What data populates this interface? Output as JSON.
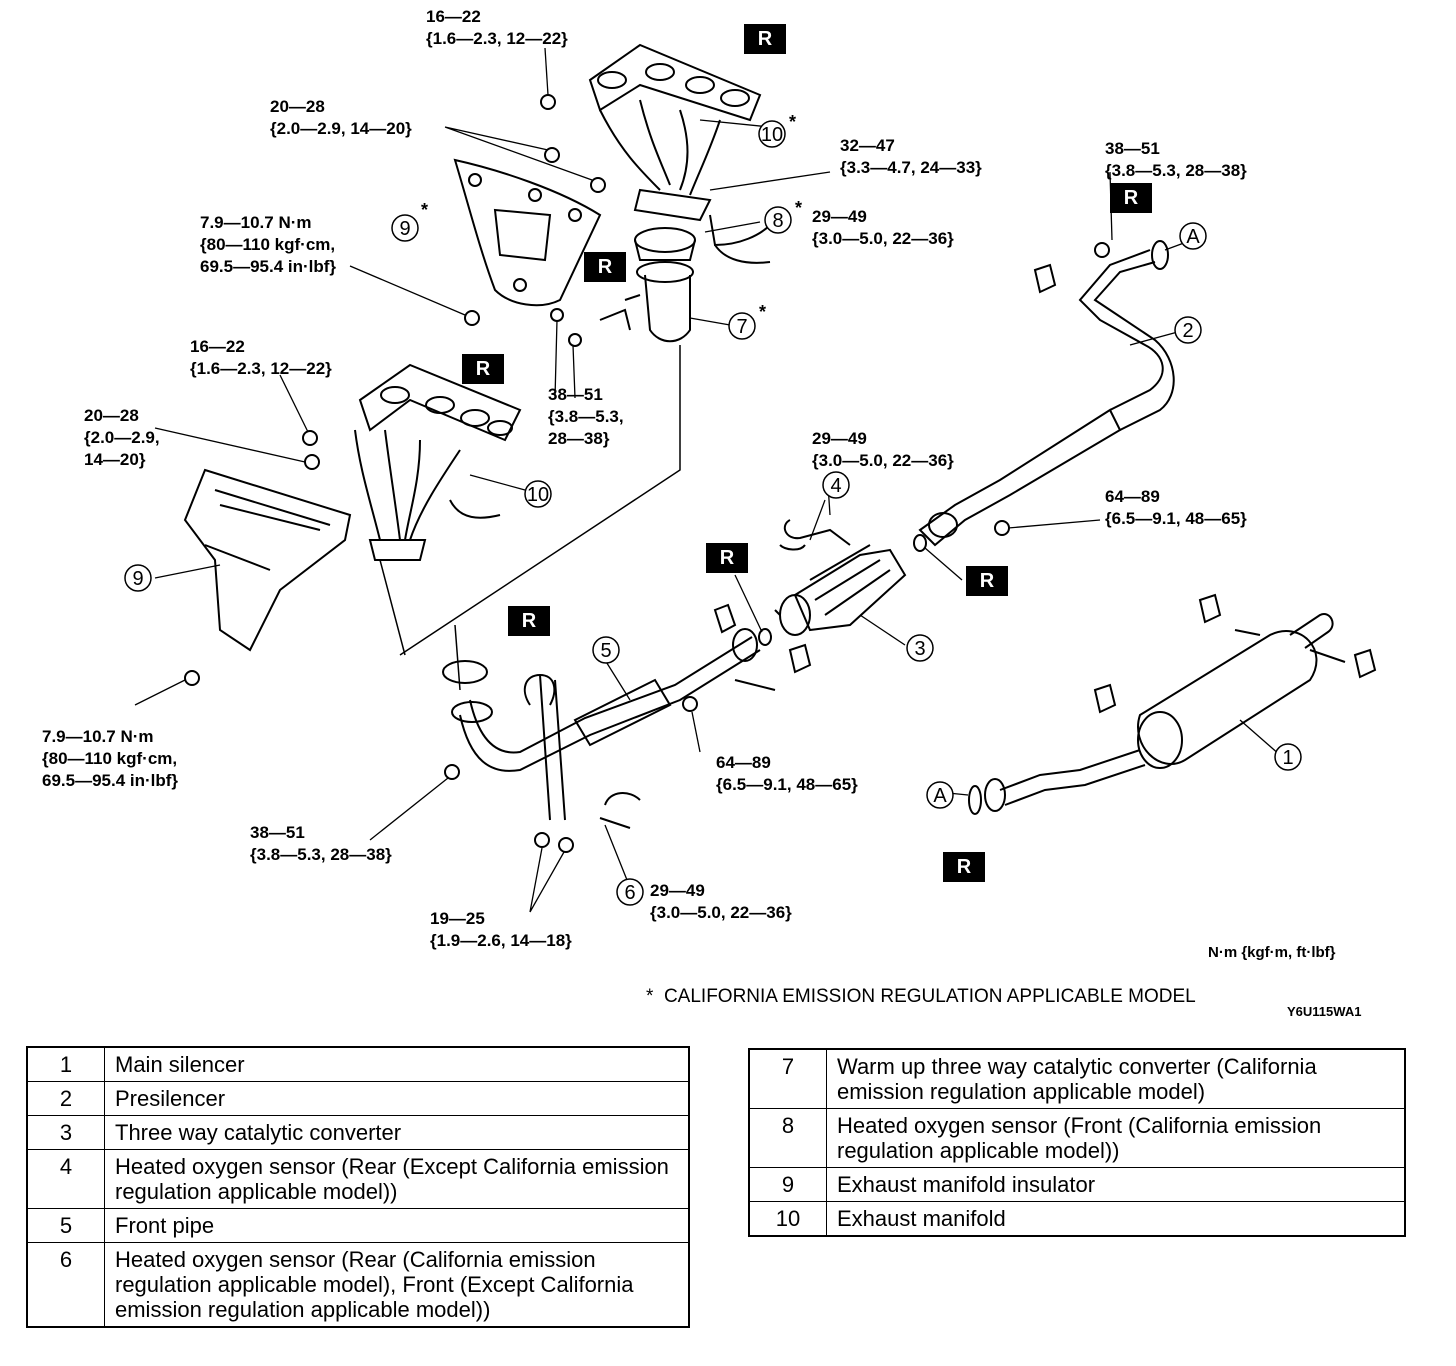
{
  "callouts": [
    {
      "id": "t1",
      "text": "16—22\n{1.6—2.3, 12—22}"
    },
    {
      "id": "t2",
      "text": "20—28\n{2.0—2.9, 14—20}"
    },
    {
      "id": "t3",
      "text": "32—47\n{3.3—4.7, 24—33}"
    },
    {
      "id": "t4",
      "text": "38—51\n{3.8—5.3, 28—38}"
    },
    {
      "id": "t5",
      "text": "7.9—10.7 N·m\n{80—110 kgf·cm,\n69.5—95.4 in·lbf}"
    },
    {
      "id": "t6",
      "text": "29—49\n{3.0—5.0, 22—36}"
    },
    {
      "id": "t7",
      "text": "38—51\n{3.8—5.3,\n28—38}"
    },
    {
      "id": "t8",
      "text": "16—22\n{1.6—2.3, 12—22}"
    },
    {
      "id": "t9",
      "text": "20—28\n{2.0—2.9,\n14—20}"
    },
    {
      "id": "t10",
      "text": "29—49\n{3.0—5.0, 22—36}"
    },
    {
      "id": "t11",
      "text": "64—89\n{6.5—9.1, 48—65}"
    },
    {
      "id": "t12",
      "text": "7.9—10.7 N·m\n{80—110 kgf·cm,\n69.5—95.4 in·lbf}"
    },
    {
      "id": "t13",
      "text": "64—89\n{6.5—9.1, 48—65}"
    },
    {
      "id": "t14",
      "text": "38—51\n{3.8—5.3, 28—38}"
    },
    {
      "id": "t15",
      "text": "29—49\n{3.0—5.0, 22—36}"
    },
    {
      "id": "t16",
      "text": "19—25\n{1.9—2.6, 14—18}"
    }
  ],
  "replace_marker": "R",
  "item_markers": [
    "1",
    "2",
    "3",
    "4",
    "5",
    "6",
    "7",
    "8",
    "9",
    "10"
  ],
  "connection_marker": "A",
  "asterisk": "*",
  "units_note": "N·m {kgf·m, ft·lbf}",
  "footnote": "*  CALIFORNIA EMISSION REGULATION APPLICABLE MODEL",
  "figure_code": "Y6U115WA1",
  "legend_left": [
    {
      "num": "1",
      "name": "Main silencer"
    },
    {
      "num": "2",
      "name": "Presilencer"
    },
    {
      "num": "3",
      "name": "Three way catalytic converter"
    },
    {
      "num": "4",
      "name": "Heated oxygen sensor (Rear (Except California emission regulation applicable model))"
    },
    {
      "num": "5",
      "name": "Front pipe"
    },
    {
      "num": "6",
      "name": "Heated oxygen sensor (Rear (California emission regulation applicable model), Front (Except California emission regulation applicable model))"
    }
  ],
  "legend_right": [
    {
      "num": "7",
      "name": "Warm up three way catalytic converter (California emission regulation applicable model)"
    },
    {
      "num": "8",
      "name": "Heated oxygen sensor (Front (California emission regulation applicable model))"
    },
    {
      "num": "9",
      "name": "Exhaust manifold insulator"
    },
    {
      "num": "10",
      "name": "Exhaust manifold"
    }
  ]
}
